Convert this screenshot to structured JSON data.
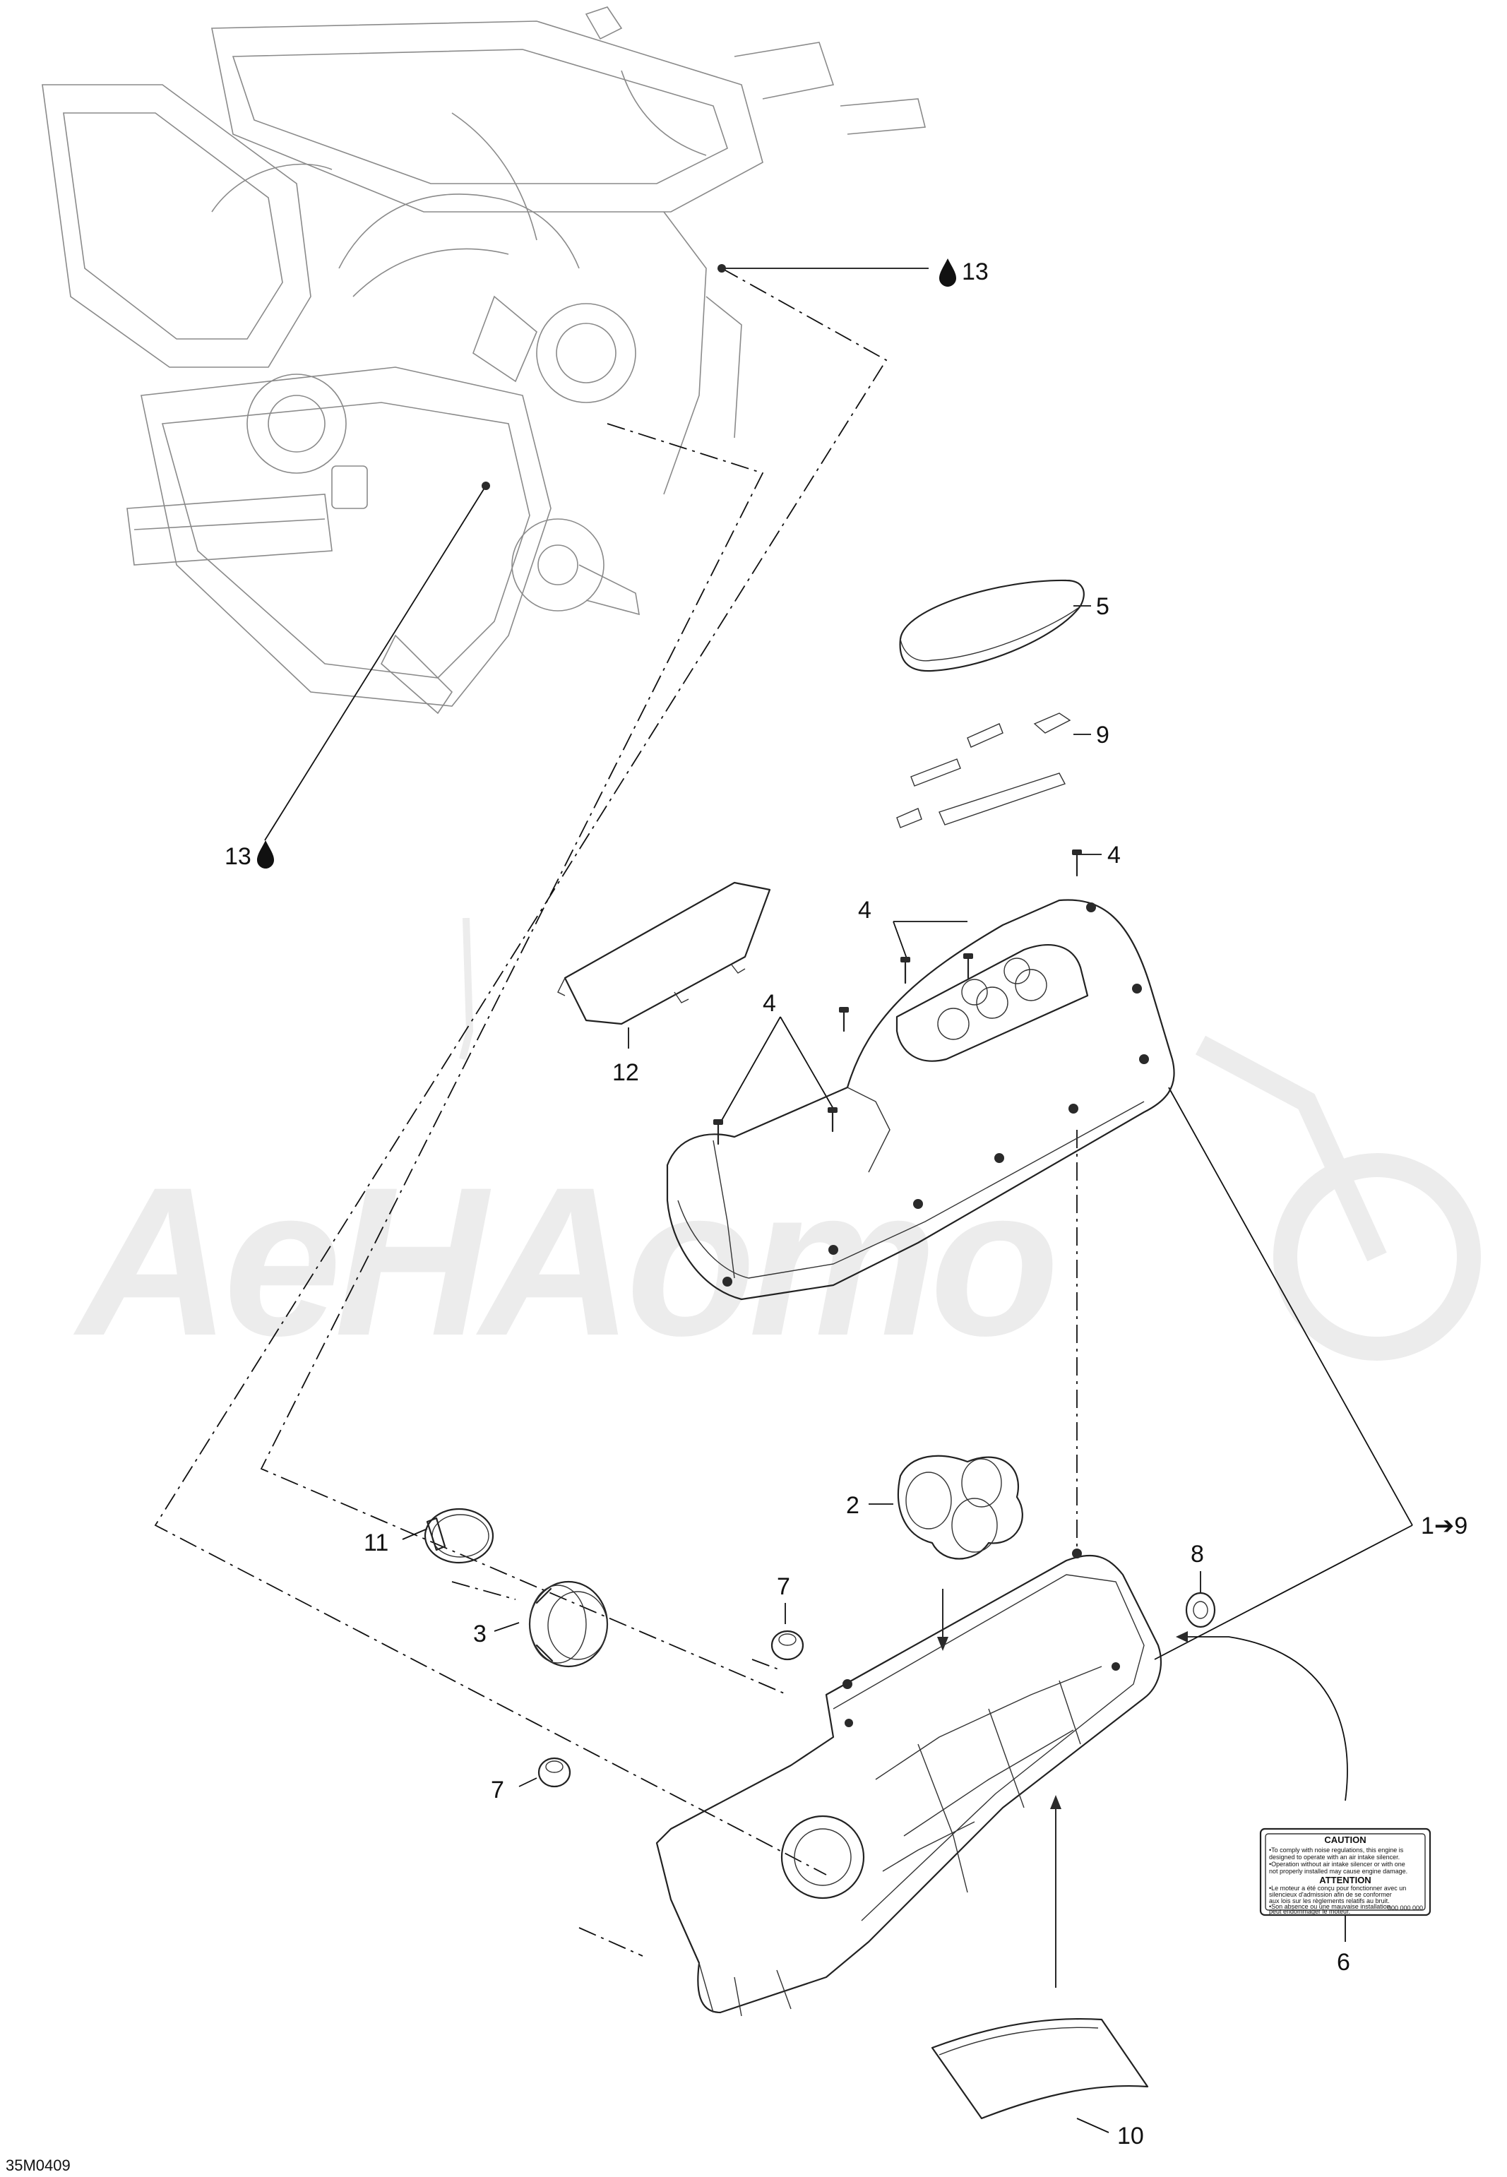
{
  "watermark": "AeHAomo",
  "drawing_code": "35M0409",
  "callouts": {
    "c1": "13",
    "c2": "13",
    "c3": "5",
    "c4": "9",
    "c5": "4",
    "c6": "4",
    "c7": "4",
    "c8": "12",
    "c9": "2",
    "c10": "8",
    "c11": "1➔9",
    "c12": "7",
    "c13": "11",
    "c14": "3",
    "c15": "7",
    "c16": "6",
    "c17": "10"
  },
  "caution_label": {
    "heading_en": "CAUTION",
    "text_en_1": "•To comply with noise regulations, this engine is",
    "text_en_2": "designed to operate with an air intake silencer.",
    "text_en_3": "•Operation without air intake silencer or with one",
    "text_en_4": "not properly installed may cause engine damage.",
    "heading_fr": "ATTENTION",
    "text_fr_1": "•Le moteur a été conçu pour fonctionner avec un",
    "text_fr_2": "silencieux d'admission afin de se conformer",
    "text_fr_3": "aux lois sur les règlements relatifs au bruit.",
    "text_fr_4": "•Son absence ou une mauvaise installation",
    "text_fr_5": "peut endommager le moteur.",
    "part_code": "000 000 000"
  }
}
